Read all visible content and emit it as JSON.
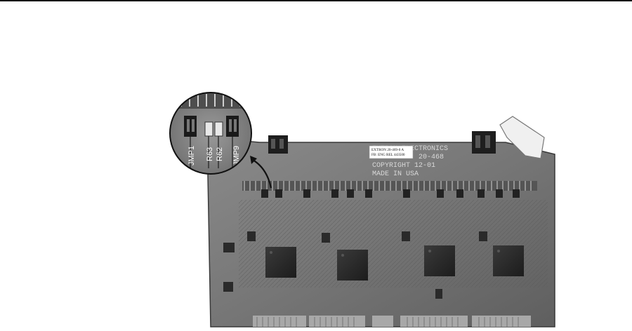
{
  "board": {
    "label_line1": "EXTRON 20-469-0 A",
    "label_line2": "FB: ENG REL 443500",
    "silk_line1": "EXTRON ELECTRONICS",
    "silk_line2": "20-468",
    "silk_line3": "COPYRIGHT 12-01",
    "silk_line4": "MADE IN USA"
  },
  "callout": {
    "jumper_left": "JMP1",
    "resistor_a": "R63",
    "resistor_b": "R62",
    "jumper_right": "JMP9"
  }
}
